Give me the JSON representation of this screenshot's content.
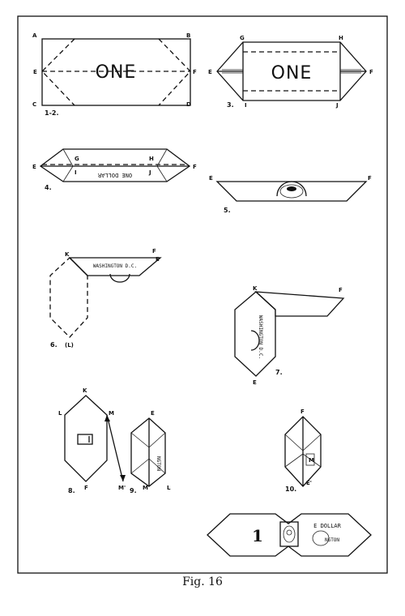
{
  "caption": "Fig. 16",
  "diagram": {
    "bill_text_one": "ONE",
    "bill_text_one_dollar": "ONE DOLLAR",
    "bill_text_washington": "WASHINGTON D.C.",
    "bill_text_e_dollar": "E DOLLAR",
    "bill_text_ngton": "NGTON",
    "bill_numeral": "1",
    "points": {
      "A": "A",
      "B": "B",
      "C": "C",
      "D": "D",
      "E": "E",
      "F": "F",
      "G": "G",
      "H": "H",
      "I": "I",
      "J": "J",
      "K": "K",
      "L": "L",
      "M": "M",
      "M_prime": "M'",
      "E_prime": "E'",
      "L_paren": "(L)"
    },
    "steps": {
      "s1": "1-2.",
      "s3": "3.",
      "s4": "4.",
      "s5": "5.",
      "s6": "6.",
      "s7": "7.",
      "s8": "8.",
      "s9": "9.",
      "s10": "10."
    }
  }
}
